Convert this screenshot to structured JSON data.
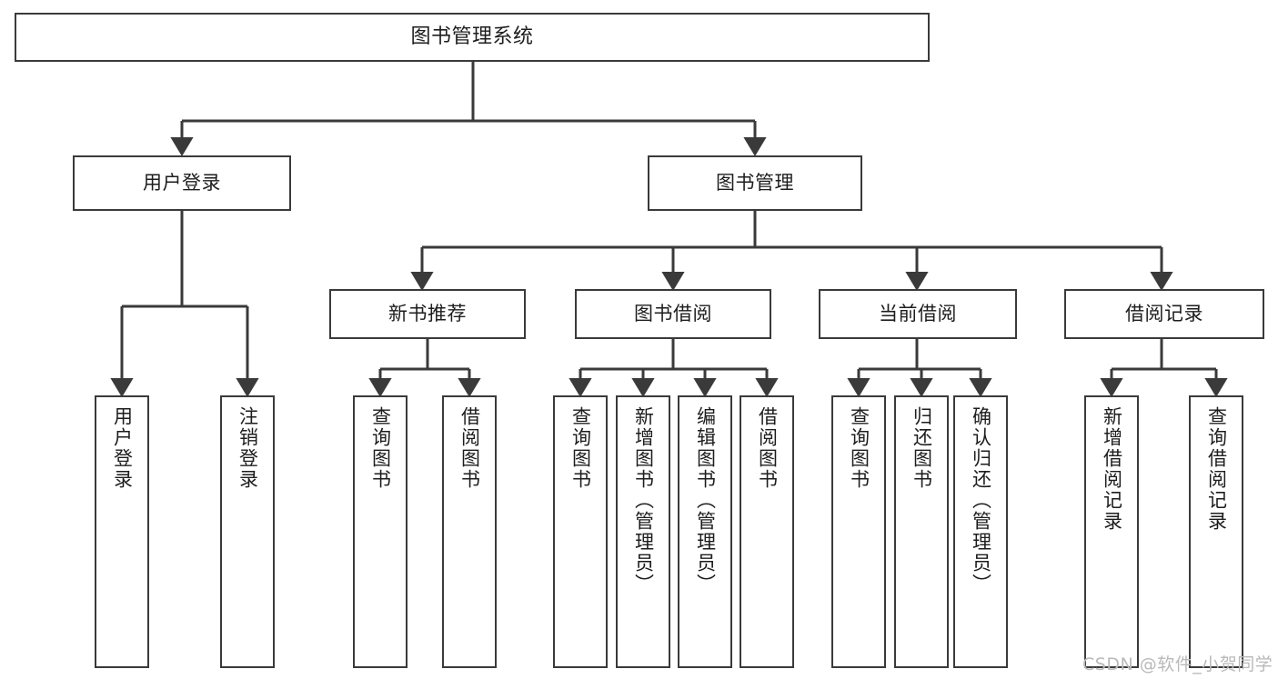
{
  "diagram": {
    "type": "tree",
    "title": "图书管理系统",
    "stroke_color": "#3a3a3a",
    "background_color": "#ffffff",
    "text_color": "#1d1d1d",
    "levels": {
      "root": {
        "label": "图书管理系统"
      },
      "level2": [
        {
          "id": "user-login",
          "label": "用户登录"
        },
        {
          "id": "book-manage",
          "label": "图书管理"
        }
      ],
      "level3": [
        {
          "id": "new-book-rec",
          "label": "新书推荐",
          "parent": "book-manage"
        },
        {
          "id": "book-borrow",
          "label": "图书借阅",
          "parent": "book-manage"
        },
        {
          "id": "current-borrow",
          "label": "当前借阅",
          "parent": "book-manage"
        },
        {
          "id": "borrow-record",
          "label": "借阅记录",
          "parent": "book-manage"
        }
      ],
      "leaves": [
        {
          "id": "leaf-user-login",
          "label": "用户登录",
          "parent": "user-login"
        },
        {
          "id": "leaf-logout",
          "label": "注销登录",
          "parent": "user-login"
        },
        {
          "id": "leaf-query-book-1",
          "label": "查询图书",
          "parent": "new-book-rec"
        },
        {
          "id": "leaf-borrow-book-1",
          "label": "借阅图书",
          "parent": "new-book-rec"
        },
        {
          "id": "leaf-query-book-2",
          "label": "查询图书",
          "parent": "book-borrow"
        },
        {
          "id": "leaf-add-book",
          "label": "新增图书（管理员）",
          "parent": "book-borrow"
        },
        {
          "id": "leaf-edit-book",
          "label": "编辑图书（管理员）",
          "parent": "book-borrow"
        },
        {
          "id": "leaf-borrow-book-2",
          "label": "借阅图书",
          "parent": "book-borrow"
        },
        {
          "id": "leaf-query-book-3",
          "label": "查询图书",
          "parent": "current-borrow"
        },
        {
          "id": "leaf-return-book",
          "label": "归还图书",
          "parent": "current-borrow"
        },
        {
          "id": "leaf-confirm-return",
          "label": "确认归还（管理员）",
          "parent": "current-borrow"
        },
        {
          "id": "leaf-add-record",
          "label": "新增借阅记录",
          "parent": "borrow-record"
        },
        {
          "id": "leaf-query-record",
          "label": "查询借阅记录",
          "parent": "borrow-record"
        }
      ]
    }
  },
  "watermark": {
    "text": "CSDN @软件_小贺同学",
    "color": "#b9b9b9"
  }
}
